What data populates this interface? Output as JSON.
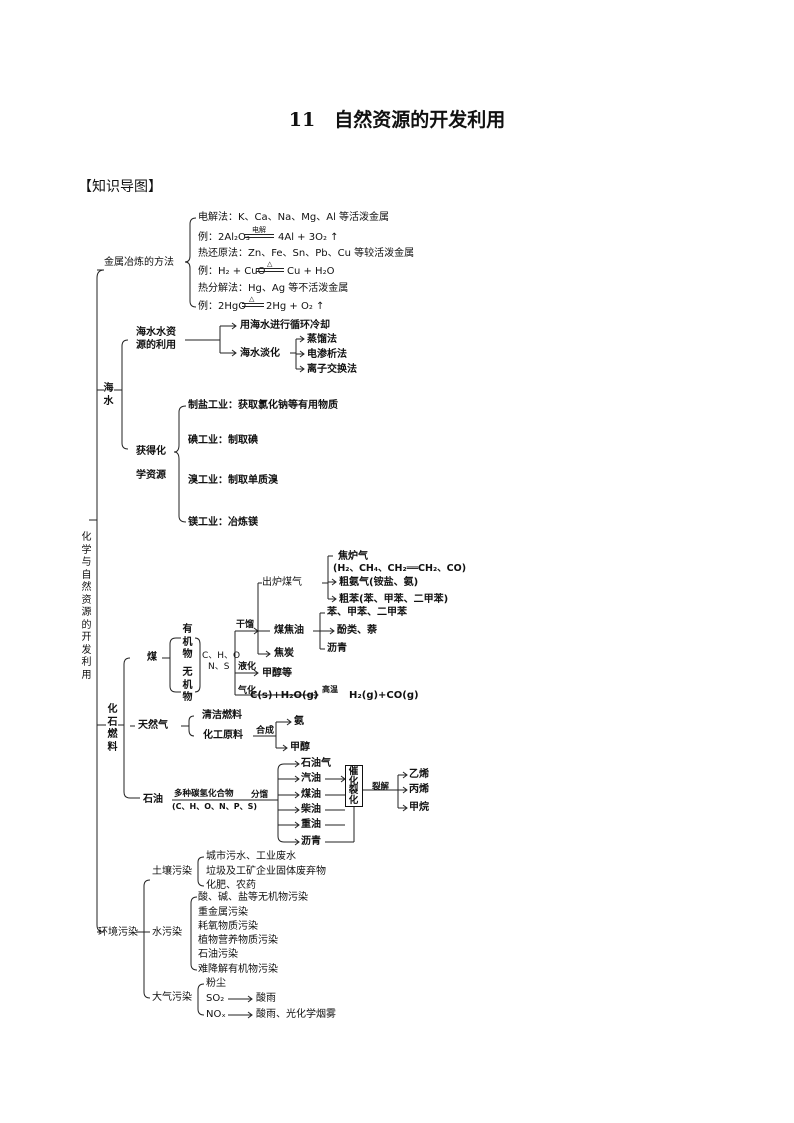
{
  "header": {
    "title": "11　自然资源的开发利用",
    "section_label": "【知识导图】"
  },
  "root": "化学与自然资源的开发利用",
  "metal": {
    "label": "金属冶炼的方法",
    "items": [
      "电解法：K、Ca、Na、Mg、Al 等活泼金属",
      "例：2Al₂O₃",
      "4Al + 3O₂ ↑",
      "热还原法：Zn、Fe、Sn、Pb、Cu 等较活泼金属",
      "例：H₂ + CuO",
      "Cu + H₂O",
      "热分解法：Hg、Ag 等不活泼金属",
      "例：2HgO",
      "2Hg + O₂ ↑"
    ],
    "cond_electrolysis": "电解",
    "cond_heat": "△"
  },
  "sea": {
    "label": "海水",
    "water_label": [
      "海水水资",
      "源的利用"
    ],
    "cooling": "用海水进行循环冷却",
    "desal": "海水淡化",
    "desal_methods": [
      "蒸馏法",
      "电渗析法",
      "离子交换法"
    ],
    "chem_label": [
      "获得化",
      "学资源"
    ],
    "chem_items": [
      "制盐工业：获取氯化钠等有用物质",
      "碘工业：制取碘",
      "溴工业：制取单质溴",
      "镁工业：冶炼镁"
    ]
  },
  "fossil": {
    "label": "化石燃料",
    "coal": "煤",
    "organic": "有机物",
    "inorganic": "无机物",
    "elements": [
      "C、H、O",
      "N、S"
    ],
    "dry_distill": "干馏",
    "furnace_gas": "出炉煤气",
    "furnace_items": [
      "焦炉气",
      "(H₂、CH₄、CH₂══CH₂、CO)",
      "粗氨气(铵盐、氨)",
      "粗苯(苯、甲苯、二甲苯)"
    ],
    "coal_tar": "煤焦油",
    "tar_items": [
      "苯、甲苯、二甲苯",
      "酚类、萘",
      "沥青"
    ],
    "coke": "焦炭",
    "liquefy": "液化",
    "methanol_etc": "甲醇等",
    "gasify": "气化",
    "gas_eq_left": "C(s)+H₂O(g)",
    "gas_eq_cond": "高温",
    "gas_eq_right": "H₂(g)+CO(g)",
    "natural_gas": "天然气",
    "clean_fuel": "清洁燃料",
    "chem_raw": "化工原料",
    "synth": "合成",
    "synth_products": [
      "氨",
      "甲醇"
    ],
    "oil": "石油",
    "oil_desc": [
      "多种碳氢化合物",
      "(C、H、O、N、P、S)"
    ],
    "fractionation": "分馏",
    "fractions": [
      "石油气",
      "汽油",
      "煤油",
      "柴油",
      "重油",
      "沥青"
    ],
    "cracking_box": "催化裂化",
    "cracking": "裂解",
    "crack_products": [
      "乙烯",
      "丙烯",
      "甲烷"
    ]
  },
  "env": {
    "label": "环境污染",
    "soil": "土壤污染",
    "soil_items": [
      "城市污水、工业废水",
      "垃圾及工矿企业固体废弃物",
      "化肥、农药"
    ],
    "water": "水污染",
    "water_items": [
      "酸、碱、盐等无机物污染",
      "重金属污染",
      "耗氧物质污染",
      "植物营养物质污染",
      "石油污染",
      "难降解有机物污染"
    ],
    "air": "大气污染",
    "air_items": [
      "粉尘",
      "SO₂",
      "酸雨",
      "NOₓ",
      "酸雨、光化学烟雾"
    ]
  }
}
